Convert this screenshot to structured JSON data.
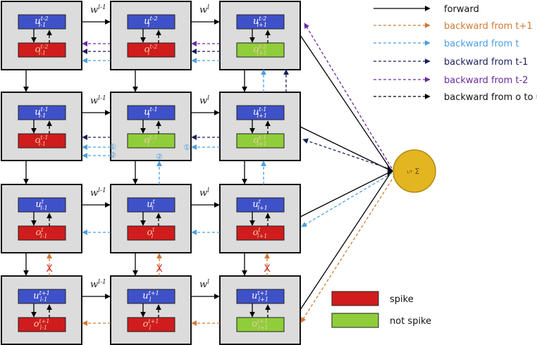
{
  "cells": [
    [
      {
        "u": "u",
        "o": "o",
        "sub": "l-1",
        "sup": "t-2",
        "state": "spike"
      },
      {
        "u": "u",
        "o": "o",
        "sub": "l",
        "sup": "t-2",
        "state": "spike"
      },
      {
        "u": "u",
        "o": "o",
        "sub": "l+1",
        "sup": "t-2",
        "state": "not spike"
      }
    ],
    [
      {
        "u": "u",
        "o": "o",
        "sub": "l-1",
        "sup": "t-1",
        "state": "spike"
      },
      {
        "u": "u",
        "o": "o",
        "sub": "l",
        "sup": "t-1",
        "state": "not spike"
      },
      {
        "u": "u",
        "o": "o",
        "sub": "l+1",
        "sup": "t-1",
        "state": "not spike"
      }
    ],
    [
      {
        "u": "u",
        "o": "o",
        "sub": "l-1",
        "sup": "t",
        "state": "spike"
      },
      {
        "u": "u",
        "o": "o",
        "sub": "l",
        "sup": "t",
        "state": "spike"
      },
      {
        "u": "u",
        "o": "o",
        "sub": "l+1",
        "sup": "t",
        "state": "spike"
      }
    ],
    [
      {
        "u": "u",
        "o": "o",
        "sub": "l-1",
        "sup": "t+1",
        "state": "spike"
      },
      {
        "u": "u",
        "o": "o",
        "sub": "l",
        "sup": "t+1",
        "state": "spike"
      },
      {
        "u": "u",
        "o": "o",
        "sub": "l+1",
        "sup": "t+1",
        "state": "not spike"
      }
    ]
  ],
  "weights": [
    {
      "base": "w",
      "sup": "l-1"
    },
    {
      "base": "w",
      "sup": "l"
    }
  ],
  "markers": {
    "one": "①",
    "two": "②",
    "blocked": "X"
  },
  "sum_node": {
    "label": "Σ",
    "fraction": "1/T"
  },
  "legend": [
    {
      "label": "forward",
      "color": "#000000",
      "dashed": false
    },
    {
      "label": "backward from t+1",
      "color": "#d07a35",
      "dashed": true
    },
    {
      "label": "backward from t",
      "color": "#4a9ee0",
      "dashed": true
    },
    {
      "label": "backward from t-1",
      "color": "#1a1f5c",
      "dashed": true
    },
    {
      "label": "backward from t-2",
      "color": "#6a2aa0",
      "dashed": true
    },
    {
      "label": "backward from o to u",
      "color": "#000000",
      "dashed": true
    }
  ],
  "state_legend": [
    {
      "label": "spike",
      "color": "#d01c1c"
    },
    {
      "label": "not spike",
      "color": "#8fce3a"
    }
  ],
  "colors": {
    "cell_bg": "#dcdcdc",
    "u_box": "#3f51c8",
    "u_text": "#ffffff",
    "o_text": "#f4c9b0",
    "sum_node": "#e3b521",
    "spike": "#d01c1c",
    "not_spike": "#8fce3a"
  }
}
